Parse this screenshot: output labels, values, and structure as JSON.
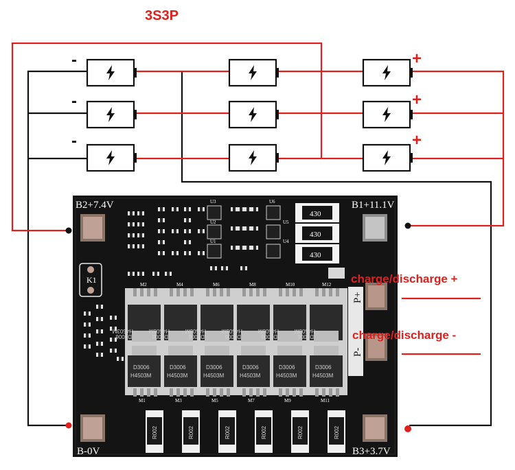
{
  "title": "3S3P",
  "polarity": {
    "negative": "-",
    "positive": "+"
  },
  "board": {
    "b2": "B2+7.4V",
    "b1": "B1+11.1V",
    "b0": "B-0V",
    "b3": "B3+3.7V",
    "k1": "K1",
    "p_plus": "P+",
    "p_minus": "P-",
    "resistor_value": "430",
    "shunt_value": "R002",
    "mosfet_top": "D3006",
    "mosfet_bottom": "H4503M",
    "ic_labels": [
      "U3",
      "U2",
      "U1",
      "U6",
      "U5",
      "U4"
    ],
    "mosfet_labels_top": [
      "M2",
      "M4",
      "M6",
      "M8",
      "M10",
      "M12"
    ],
    "mosfet_labels_bottom": [
      "M1",
      "M3",
      "M5",
      "M7",
      "M9",
      "M11"
    ]
  },
  "labels": {
    "charge_plus": "charge/discharge +",
    "charge_minus": "charge/discharge -"
  },
  "colors": {
    "wire_red": "#e0201c",
    "wire_black": "#111111",
    "pcb": "#141414",
    "pad": "#b89a8a"
  },
  "icons": {
    "battery": "battery-icon",
    "bolt": "lightning-bolt-icon"
  }
}
